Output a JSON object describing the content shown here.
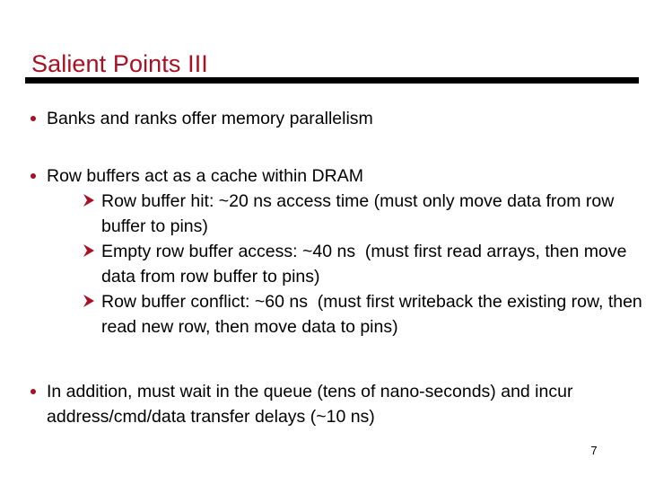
{
  "slide": {
    "title": "Salient Points III",
    "page_number": "7",
    "accent_color": "#a81123",
    "text_color": "#000000",
    "background_color": "#ffffff",
    "rule_color": "#000000"
  },
  "blocks": [
    {
      "bullet_icon": "round-bullet-icon",
      "text": "Banks and ranks offer memory parallelism",
      "sub_items": []
    },
    {
      "bullet_icon": "round-bullet-icon",
      "text": "Row buffers act as a cache within DRAM",
      "sub_items": [
        {
          "marker_icon": "arrowhead-bullet-icon",
          "text": "Row buffer hit: ~20 ns access time (must only move data from row buffer to pins)"
        },
        {
          "marker_icon": "arrowhead-bullet-icon",
          "text": "Empty row buffer access: ~40 ns  (must first read arrays, then move data from row buffer to pins)"
        },
        {
          "marker_icon": "arrowhead-bullet-icon",
          "text": "Row buffer conflict: ~60 ns  (must first writeback the existing row, then read new row, then move data to pins)"
        }
      ]
    },
    {
      "bullet_icon": "round-bullet-icon",
      "text": "In addition, must wait in the queue (tens of nano-seconds) and incur address/cmd/data transfer delays (~10 ns)",
      "sub_items": []
    }
  ]
}
